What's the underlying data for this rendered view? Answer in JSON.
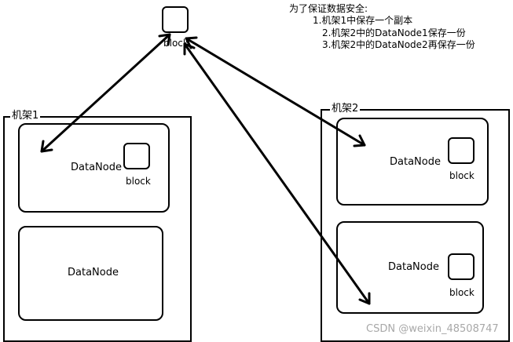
{
  "top_block": {
    "label": "block"
  },
  "notes": {
    "title": "为了保证数据安全:",
    "items": [
      "1.机架1中保存一个副本",
      "2.机架2中的DataNode1保存一份",
      "3.机架2中的DataNode2再保存一份"
    ]
  },
  "rack1": {
    "label": "机架1",
    "nodes": [
      {
        "label": "DataNode",
        "block_label": "block"
      },
      {
        "label": "DataNode"
      }
    ]
  },
  "rack2": {
    "label": "机架2",
    "nodes": [
      {
        "label": "DataNode",
        "block_label": "block"
      },
      {
        "label": "DataNode",
        "block_label": "block"
      }
    ]
  },
  "watermark": "CSDN @weixin_48508747"
}
